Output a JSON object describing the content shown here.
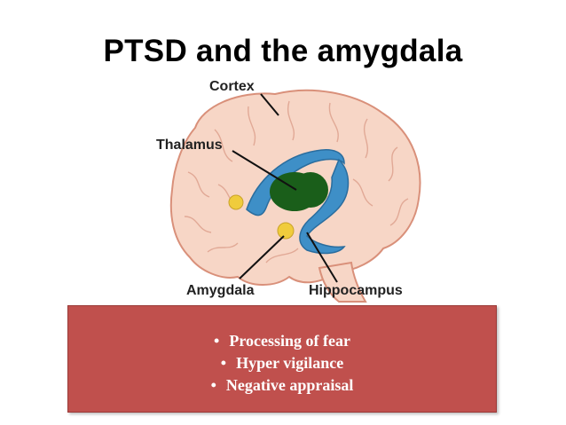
{
  "slide": {
    "title": "PTSD and the amygdala",
    "diagram": {
      "labels": {
        "cortex": "Cortex",
        "thalamus": "Thalamus",
        "amygdala": "Amygdala",
        "hippocampus": "Hippocampus"
      },
      "colors": {
        "brain_fill": "#f7d6c6",
        "brain_stroke": "#d9907a",
        "thalamus": "#1a5e1a",
        "hippocampus": "#3e8fc7",
        "amygdala": "#f0cc3c"
      }
    },
    "bullets": {
      "marker": "•",
      "items": [
        "Processing of fear",
        "Hyper vigilance",
        "Negative appraisal"
      ]
    },
    "box_color": "#c0504d"
  }
}
